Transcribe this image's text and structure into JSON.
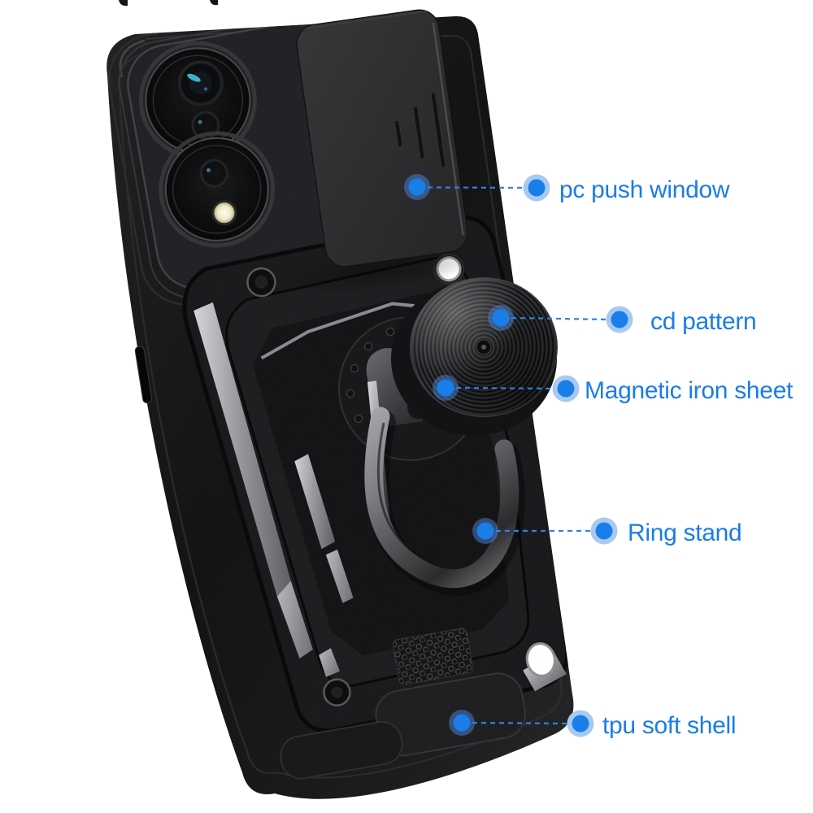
{
  "annotations": [
    {
      "id": "pc-push-window",
      "label": "pc push window"
    },
    {
      "id": "cd-pattern",
      "label": "cd pattern"
    },
    {
      "id": "magnetic-iron-sheet",
      "label": "Magnetic iron sheet"
    },
    {
      "id": "ring-stand",
      "label": "Ring stand"
    },
    {
      "id": "tpu-soft-shell",
      "label": "tpu soft shell"
    }
  ],
  "colors": {
    "background": "#ffffff",
    "label_text": "#1a7ce8",
    "leader_line": "#2f82e4",
    "dot_core": "#1a7ee8",
    "dot_halo_light": "#a9c9f0",
    "dot_halo_dark": "#4c86d8",
    "case_black": "#121214",
    "accent_silver": "#c0c1c4"
  }
}
